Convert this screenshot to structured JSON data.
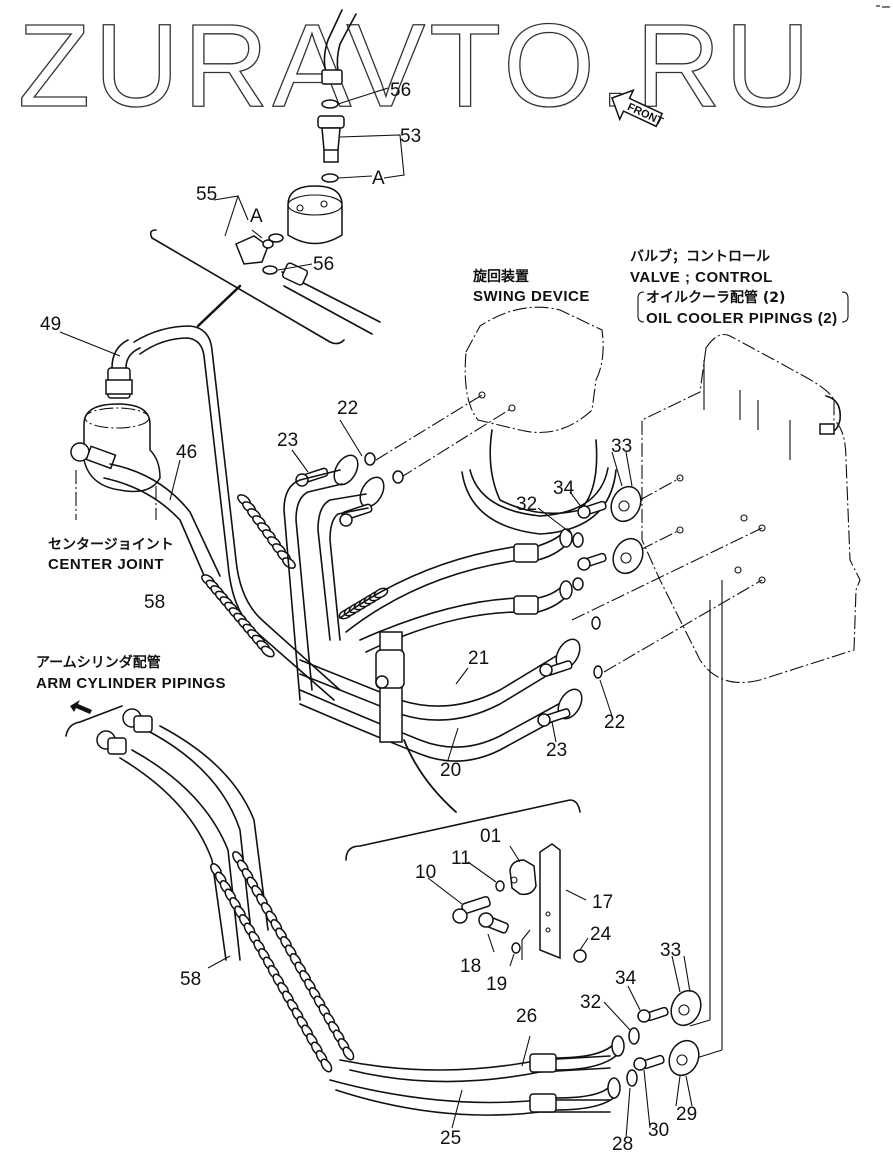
{
  "watermark": "ZURAVTO.RU",
  "front_marker": "FRONT",
  "labels": {
    "valve_jp": "バルブ；コントロール",
    "valve_en": "VALVE ; CONTROL",
    "oil_cooler_jp": "オイルクーラ配管 (2)",
    "oil_cooler_en": "OIL COOLER  PIPINGS (2)",
    "swing_jp": "旋回装置",
    "swing_en": "SWING  DEVICE",
    "center_jp": "センタージョイント",
    "center_en": "CENTER  JOINT",
    "arm_jp": "アームシリンダ配管",
    "arm_en": "ARM  CYLINDER  PIPINGS"
  },
  "callouts": {
    "c56a": "56",
    "c53": "53",
    "cA1": "A",
    "c55": "55",
    "cA2": "A",
    "c56b": "56",
    "c49": "49",
    "c46": "46",
    "c58a": "58",
    "c22a": "22",
    "c23a": "23",
    "c32a": "32",
    "c34a": "34",
    "c33a": "33",
    "c21": "21",
    "c20": "20",
    "c22b": "22",
    "c23b": "23",
    "c01": "01",
    "c11": "11",
    "c10": "10",
    "c17": "17",
    "c24": "24",
    "c18": "18",
    "c19": "19",
    "c58b": "58",
    "c33b": "33",
    "c34b": "34",
    "c32b": "32",
    "c26": "26",
    "c25": "25",
    "c28": "28",
    "c30": "30",
    "c29": "29"
  }
}
